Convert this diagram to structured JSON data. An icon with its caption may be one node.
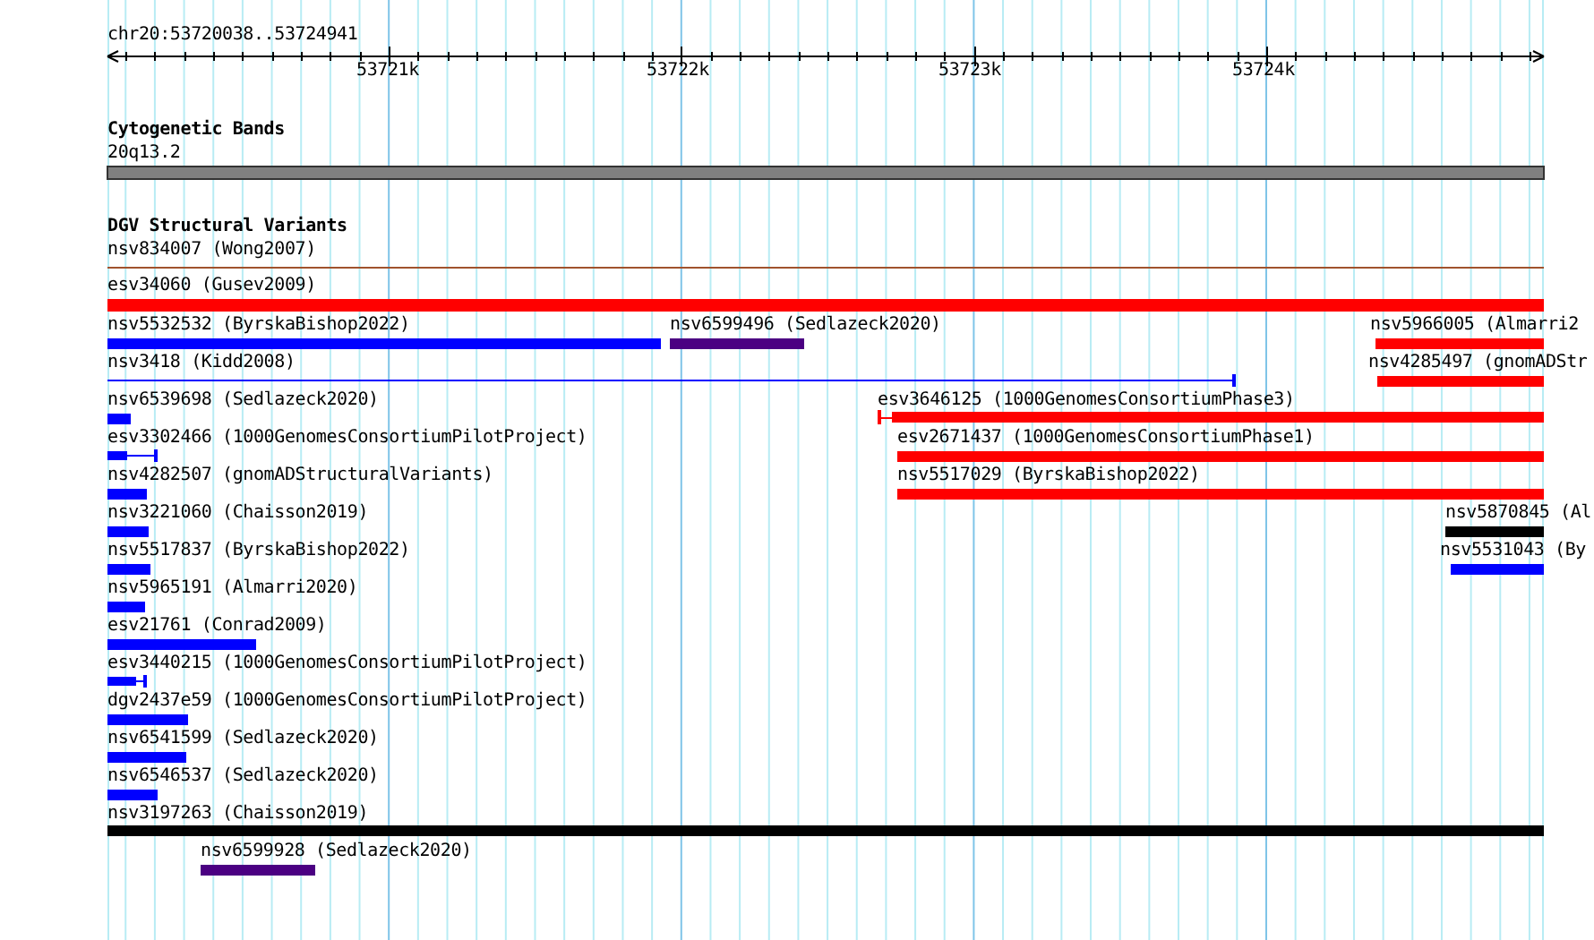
{
  "diagram": {
    "labels": [
      "chr20:53720038..53724941",
      "53721k",
      "53722k",
      "53723k",
      "53724k",
      "Cytogenetic Bands",
      "20q13.2",
      "DGV Structural Variants",
      "nsv834007 (Wong2007)",
      "esv34060 (Gusev2009)",
      "nsv5532532 (ByrskaBishop2022)",
      "nsv6599496 (Sedlazeck2020)",
      "nsv5966005 (Almarri2",
      "nsv3418 (Kidd2008)",
      "nsv4285497 (gnomADStr",
      "nsv6539698 (Sedlazeck2020)",
      "esv3646125 (1000GenomesConsortiumPhase3)",
      "esv3302466 (1000GenomesConsortiumPilotProject)",
      "esv2671437 (1000GenomesConsortiumPhase1)",
      "nsv4282507 (gnomADStructuralVariants)",
      "nsv5517029 (ByrskaBishop2022)",
      "nsv3221060 (Chaisson2019)",
      "nsv5870845 (Al",
      "nsv5517837 (ByrskaBishop2022)",
      "nsv5531043 (By",
      "nsv5965191 (Almarri2020)",
      "esv21761 (Conrad2009)",
      "esv3440215 (1000GenomesConsortiumPilotProject)",
      "dgv2437e59 (1000GenomesConsortiumPilotProject)",
      "nsv6541599 (Sedlazeck2020)",
      "nsv6546537 (Sedlazeck2020)",
      "nsv3197263 (Chaisson2019)",
      "nsv6599928 (Sedlazeck2020)"
    ]
  }
}
